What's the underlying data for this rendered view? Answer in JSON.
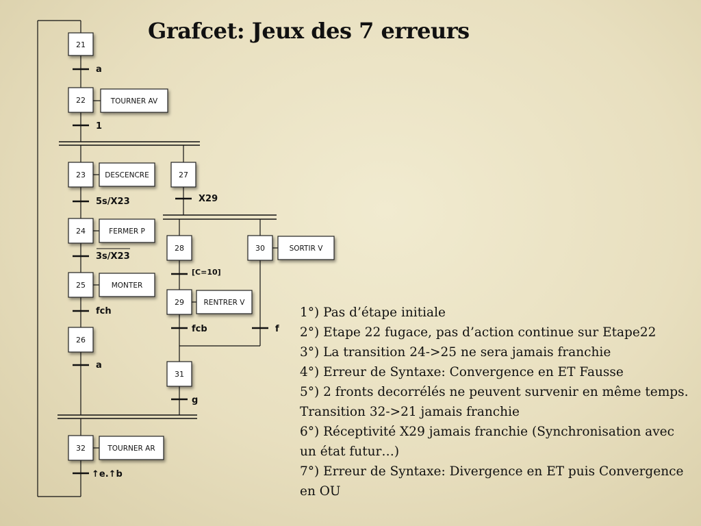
{
  "title": "Grafcet: Jeux des 7 erreurs",
  "steps": {
    "s21": "21",
    "s22": "22",
    "s23": "23",
    "s24": "24",
    "s25": "25",
    "s26": "26",
    "s27": "27",
    "s28": "28",
    "s29": "29",
    "s30": "30",
    "s31": "31",
    "s32": "32"
  },
  "actions": {
    "a22": "TOURNER AV",
    "a23": "DESCENCRE",
    "a24": "FERMER P",
    "a25": "MONTER",
    "a29": "RENTRER V",
    "a30": "SORTIR V",
    "a32": "TOURNER AR"
  },
  "receptivities": {
    "t21": "a",
    "t22": "1",
    "t23": "5s/X23",
    "t24": "3s/X23",
    "t25": "fch",
    "t26": "a",
    "t27": "X29",
    "t28": "[C=10]",
    "t29": "fcb",
    "t30": "f",
    "t31": "g",
    "t32": "↑e.↑b"
  },
  "notes": [
    "1°) Pas d’étape initiale",
    "2°) Etape 22 fugace, pas d’action continue sur Etape22",
    "3°) La transition 24->25 ne sera jamais franchie",
    "4°) Erreur de Syntaxe: Convergence en ET Fausse",
    "5°) 2 fronts decorrélés ne peuvent survenir en même temps. Transition 32->21 jamais franchie",
    "6°) Réceptivité X29 jamais franchie (Synchronisation avec un état futur…)",
    "7°) Erreur de Syntaxe: Divergence en ET puis Convergence en OU"
  ]
}
